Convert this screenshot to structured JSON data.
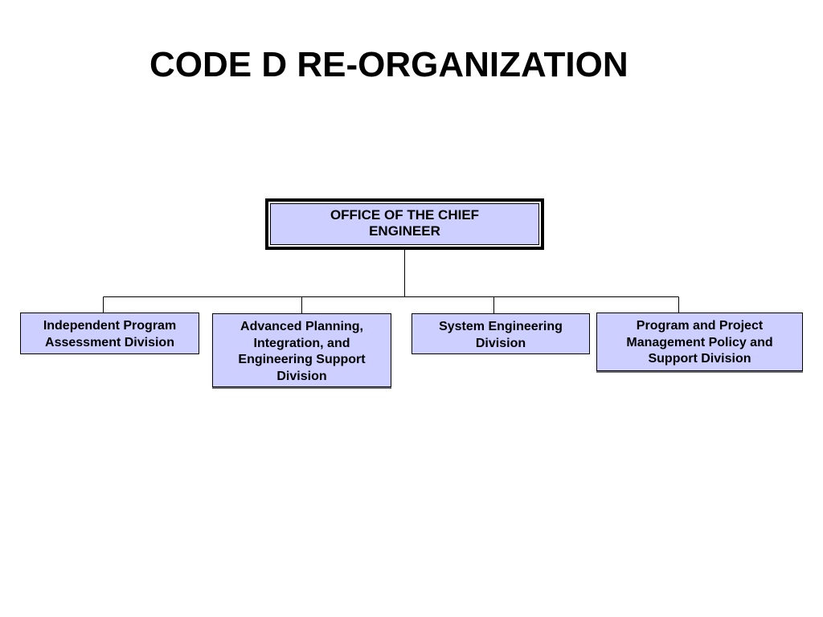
{
  "slide": {
    "title": "CODE D RE-ORGANIZATION"
  },
  "org_chart": {
    "root": {
      "label": "OFFICE OF THE CHIEF\nENGINEER"
    },
    "divisions": [
      {
        "label": "Independent Program\nAssessment Division"
      },
      {
        "label": "Advanced Planning,\nIntegration, and\nEngineering Support\nDivision"
      },
      {
        "label": "System Engineering\nDivision"
      },
      {
        "label": "Program and Project\nManagement Policy and\nSupport Division"
      }
    ],
    "colors": {
      "box_fill": "#cccfff",
      "box_border": "#000000",
      "connector": "#000000"
    }
  }
}
